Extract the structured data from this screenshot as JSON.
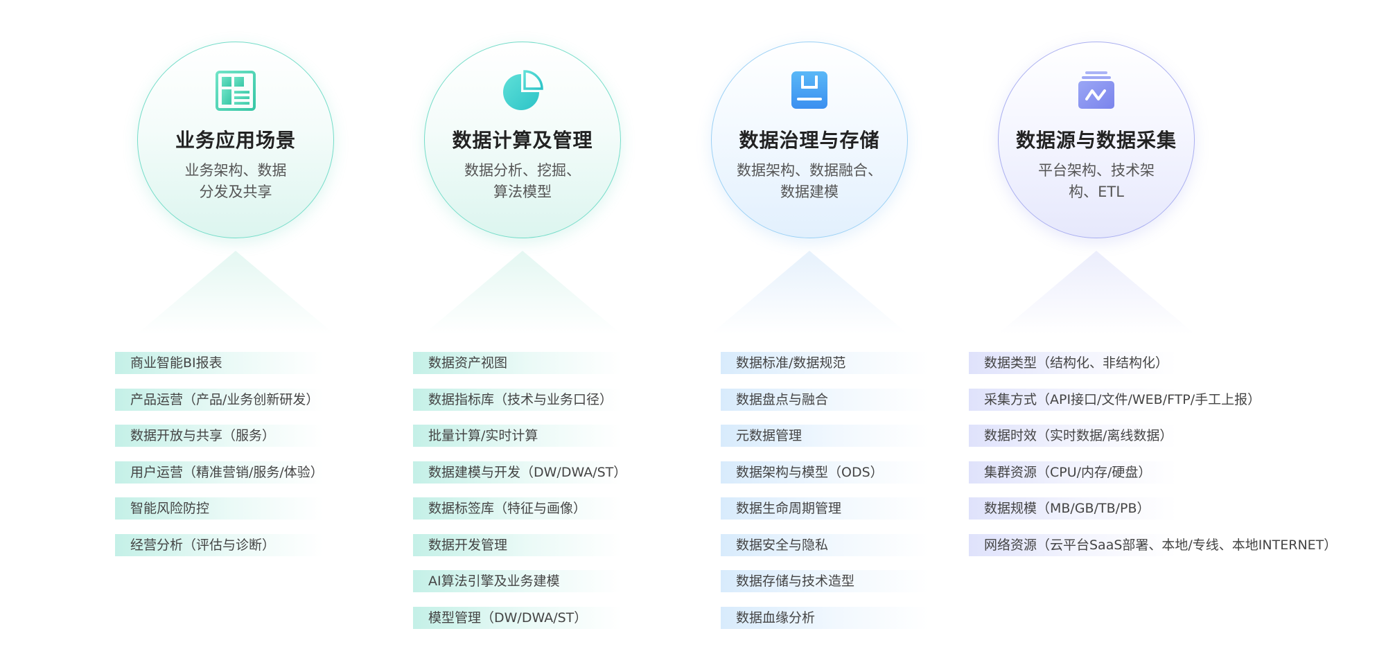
{
  "columns": [
    {
      "title": "业务应用场景",
      "subtitle": [
        "业务架构、数据",
        "分发及共享"
      ],
      "icon": "dashboard-grid-icon",
      "accent": "#4fd3b5",
      "items": [
        "商业智能BI报表",
        "产品运营（产品/业务创新研发）",
        "数据开放与共享（服务）",
        "用户运营（精准营销/服务/体验）",
        "智能风险防控",
        "经营分析（评估与诊断）"
      ]
    },
    {
      "title": "数据计算及管理",
      "subtitle": [
        "数据分析、挖掘、",
        "算法模型"
      ],
      "icon": "pie-chart-icon",
      "accent": "#3ed0c8",
      "items": [
        "数据资产视图",
        "数据指标库（技术与业务口径）",
        "批量计算/实时计算",
        "数据建模与开发（DW/DWA/ST）",
        "数据标签库（特征与画像）",
        "数据开发管理",
        "AI算法引擎及业务建模",
        "模型管理（DW/DWA/ST）"
      ]
    },
    {
      "title": "数据治理与存储",
      "subtitle": [
        "数据架构、数据融合、",
        "数据建模"
      ],
      "icon": "storage-drive-icon",
      "accent": "#4aa6f2",
      "items": [
        "数据标准/数据规范",
        "数据盘点与融合",
        "元数据管理",
        "数据架构与模型（ODS）",
        "数据生命周期管理",
        "数据安全与隐私",
        "数据存储与技术造型",
        "数据血缘分析"
      ]
    },
    {
      "title": "数据源与数据采集",
      "subtitle": [
        "平台架构、技术架",
        "构、ETL"
      ],
      "icon": "data-stack-icon",
      "accent": "#8c95f0",
      "items": [
        "数据类型（结构化、非结构化）",
        "采集方式（API接口/文件/WEB/FTP/手工上报）",
        "数据时效（实时数据/离线数据）",
        "集群资源（CPU/内存/硬盘）",
        "数据规模（MB/GB/TB/PB）",
        "网络资源（云平台SaaS部署、本地/专线、本地INTERNET）"
      ]
    }
  ]
}
